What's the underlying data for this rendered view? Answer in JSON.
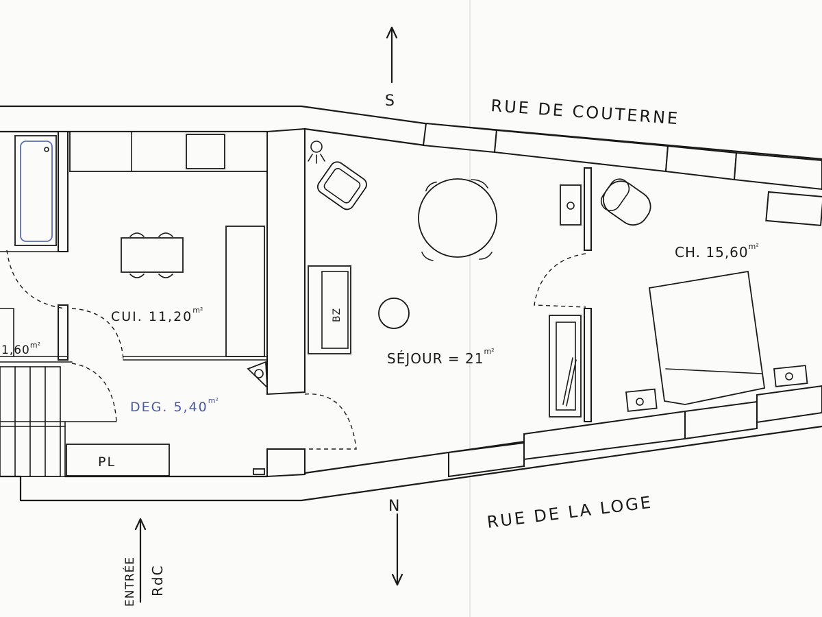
{
  "directions": {
    "south": "S",
    "north": "N"
  },
  "streets": {
    "top": "RUE DE COUTERNE",
    "bottom": "RUE DE LA LOGE"
  },
  "entrance": {
    "line1": "ENTRÉE",
    "line2": "RdC"
  },
  "rooms": {
    "bathroom": "1,60",
    "bathroom_unit": "m²",
    "kitchen": "CUI. 11,20",
    "kitchen_unit": "m²",
    "hall": "DEG. 5,40",
    "hall_unit": "m²",
    "living": "SÉJOUR = 21",
    "living_unit": "m²",
    "bedroom": "CH. 15,60",
    "bedroom_unit": "m²",
    "closet": "PL"
  },
  "furniture": {
    "sofa": "BZ"
  },
  "colors": {
    "ink": "#1a1a1a",
    "hall_label": "#4a5aa0",
    "paper": "#fbfbf9"
  }
}
